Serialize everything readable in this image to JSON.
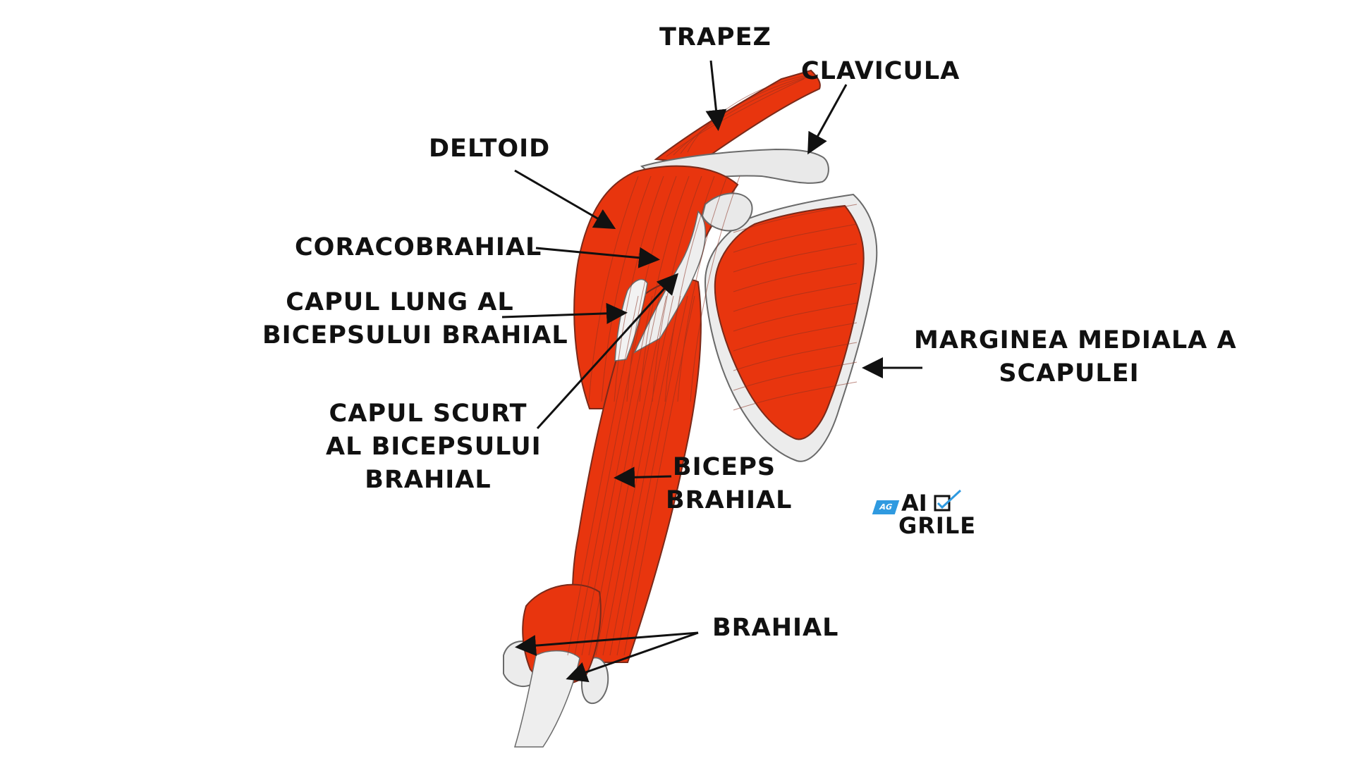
{
  "labels": {
    "trapez": "TRAPEZ",
    "clavicula": "CLAVICULA",
    "deltoid": "DELTOID",
    "coracobrahial": "CORACOBRAHIAL",
    "capul_lung": [
      "CAPUL LUNG AL",
      "BICEPSULUI BRAHIAL"
    ],
    "capul_scurt": [
      "CAPUL SCURT",
      "AL BICEPSULUI",
      "BRAHIAL"
    ],
    "biceps": [
      "BICEPS",
      "BRAHIAL"
    ],
    "brahial": "BRAHIAL",
    "marginea": [
      "MARGINEA MEDIALA A",
      "SCAPULEI"
    ]
  },
  "logo": {
    "badge": "AG",
    "line1": "AI",
    "line2": "GRILE"
  },
  "colors": {
    "muscle": "#e8350e",
    "muscle_dark": "#c42a0a",
    "bone": "#e9e9e9",
    "outline": "#6a6a6a",
    "arrow": "#111111",
    "logo_accent": "#2f9ae0"
  }
}
